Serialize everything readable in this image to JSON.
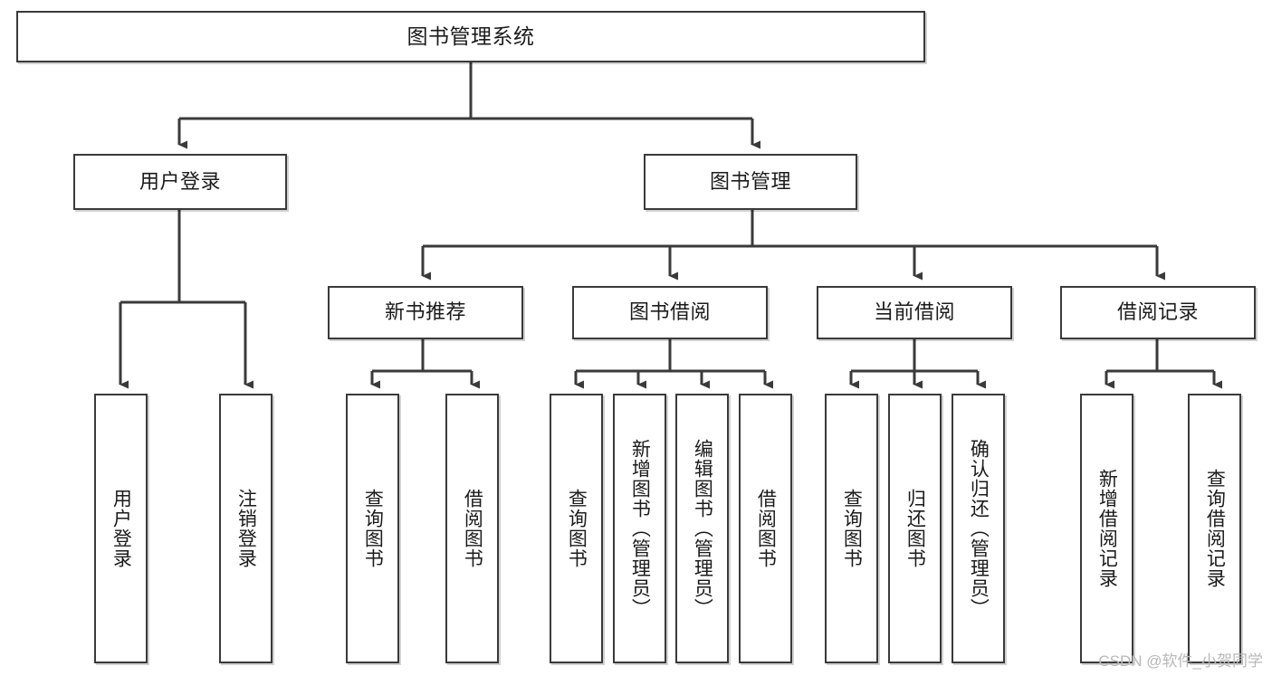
{
  "diagram": {
    "title": "图书管理系统",
    "type": "tree-hierarchy-chart",
    "orientation": "top-down",
    "colors": {
      "box_border": "#3a3a3a",
      "box_fill": "#ffffff",
      "connector": "#3a3a3a",
      "text": "#1b1b1b",
      "watermark": "#b8b8b8"
    },
    "root": {
      "label": "图书管理系统"
    },
    "level2": [
      {
        "label": "用户登录"
      },
      {
        "label": "图书管理"
      }
    ],
    "level3": [
      {
        "label": "新书推荐",
        "parent": "图书管理"
      },
      {
        "label": "图书借阅",
        "parent": "图书管理"
      },
      {
        "label": "当前借阅",
        "parent": "图书管理"
      },
      {
        "label": "借阅记录",
        "parent": "图书管理"
      }
    ],
    "leaves_user_login": [
      {
        "label": "用户登录"
      },
      {
        "label": "注销登录"
      }
    ],
    "leaves_new_book": [
      {
        "label": "查询图书"
      },
      {
        "label": "借阅图书"
      }
    ],
    "leaves_book_borrow": [
      {
        "label": "查询图书"
      },
      {
        "label": "新增图书（管理员）"
      },
      {
        "label": "编辑图书（管理员）"
      },
      {
        "label": "借阅图书"
      }
    ],
    "leaves_current_borrow": [
      {
        "label": "查询图书"
      },
      {
        "label": "归还图书"
      },
      {
        "label": "确认归还（管理员）"
      }
    ],
    "leaves_borrow_record": [
      {
        "label": "新增借阅记录"
      },
      {
        "label": "查询借阅记录"
      }
    ],
    "watermark": "CSDN @软件_小贺同学"
  }
}
